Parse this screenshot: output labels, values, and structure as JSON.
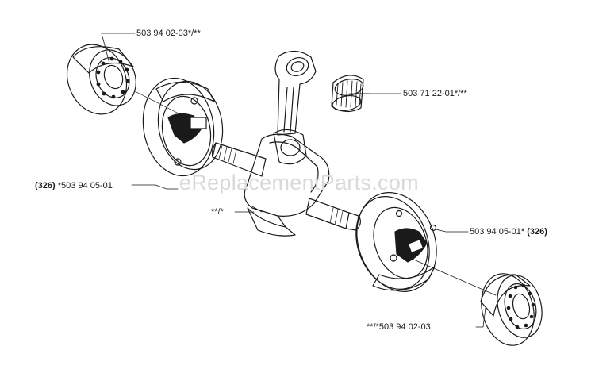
{
  "watermark": "eReplacementParts.com",
  "labels": {
    "bearing_top": {
      "part": "503 94 02-03*/**"
    },
    "needle_bearing": {
      "part": "503 71 22-01*/**"
    },
    "crank_half_left": {
      "ref": "(326)",
      "part": "*503 94 05-01"
    },
    "crankshaft": {
      "part": "**/*"
    },
    "crank_half_right": {
      "part": "503 94 05-01*",
      "ref": "(326)"
    },
    "bearing_bottom": {
      "part": "**/*503 94 02-03"
    }
  }
}
